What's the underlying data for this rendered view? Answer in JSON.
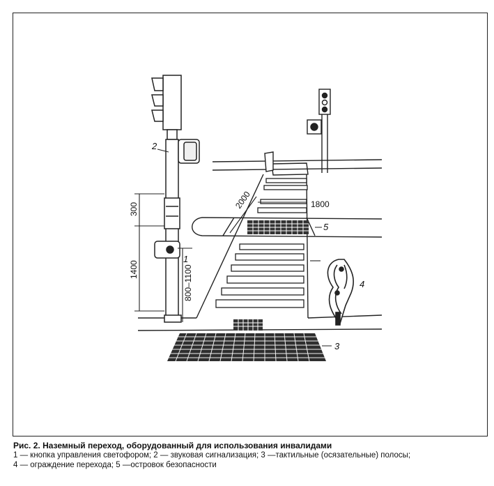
{
  "figure": {
    "callouts": {
      "button": "1",
      "sound": "2",
      "tactile": "3",
      "fence": "4",
      "island": "5"
    },
    "dimensions": {
      "h300": "300",
      "h1400": "1400",
      "h800_1100": "800–1100",
      "d2000": "2000",
      "d1800": "1800"
    }
  },
  "caption": {
    "title": "Рис. 2. Наземный переход, оборудованный для использования инвалидами",
    "line1": "1 — кнопка управления светофором; 2 — звуковая сигнализация; 3 —тактильные (осязательные) полосы;",
    "line2": "4 — ограждение перехода; 5 —островок безопасности"
  }
}
